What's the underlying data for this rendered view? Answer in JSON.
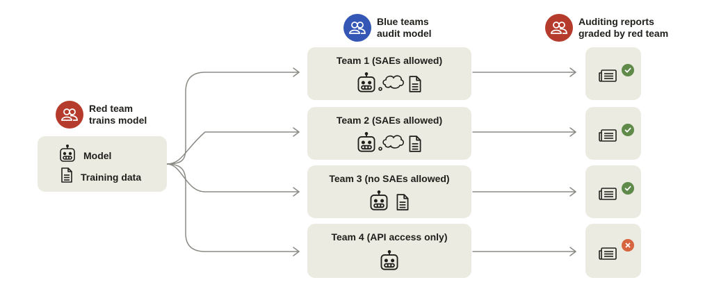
{
  "red_team": {
    "header": "Red team\ntrains model",
    "items": [
      {
        "label": "Model",
        "icon": "robot-icon"
      },
      {
        "label": "Training data",
        "icon": "document-icon"
      }
    ]
  },
  "blue_teams": {
    "header": "Blue teams\naudit model"
  },
  "auditing": {
    "header": "Auditing reports\ngraded by red team"
  },
  "teams": [
    {
      "title": "Team 1 (SAEs allowed)",
      "icons": [
        "robot-icon",
        "thought-bubble-icon",
        "document-icon"
      ],
      "result": "pass"
    },
    {
      "title": "Team 2 (SAEs allowed)",
      "icons": [
        "robot-icon",
        "thought-bubble-icon",
        "document-icon"
      ],
      "result": "pass"
    },
    {
      "title": "Team 3 (no SAEs allowed)",
      "icons": [
        "robot-icon",
        "document-icon"
      ],
      "result": "pass"
    },
    {
      "title": "Team 4 (API access only)",
      "icons": [
        "robot-icon"
      ],
      "result": "fail"
    }
  ],
  "colors": {
    "red_team": "#b53b2c",
    "blue_team": "#3457b5",
    "card_bg": "#ecebe1",
    "pass": "#5f8a4a",
    "fail": "#d5643f",
    "connector": "#8a8a85"
  }
}
